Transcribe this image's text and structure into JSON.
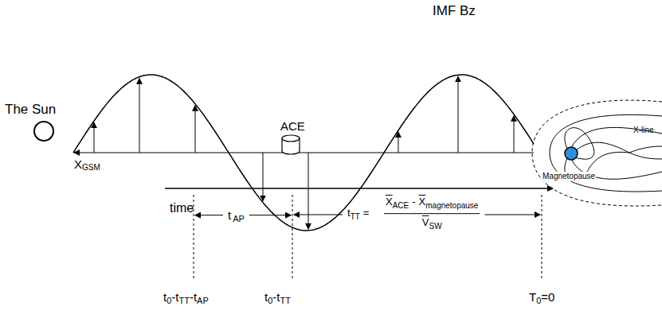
{
  "diagram": {
    "labels": [
      "IMF Bz",
      "The Sun",
      "X",
      "GSM",
      "ACE",
      "Magnetopause",
      "X-line",
      "time",
      "t",
      "AP",
      "t",
      "TT",
      "=",
      "X",
      "ACE",
      "-",
      "X",
      "magnetopause",
      "V",
      "SW",
      "t",
      "0",
      "-t",
      "TT",
      "-t",
      "AP",
      "t",
      "0",
      "-t",
      "TT",
      "T",
      "0",
      "=0"
    ]
  }
}
